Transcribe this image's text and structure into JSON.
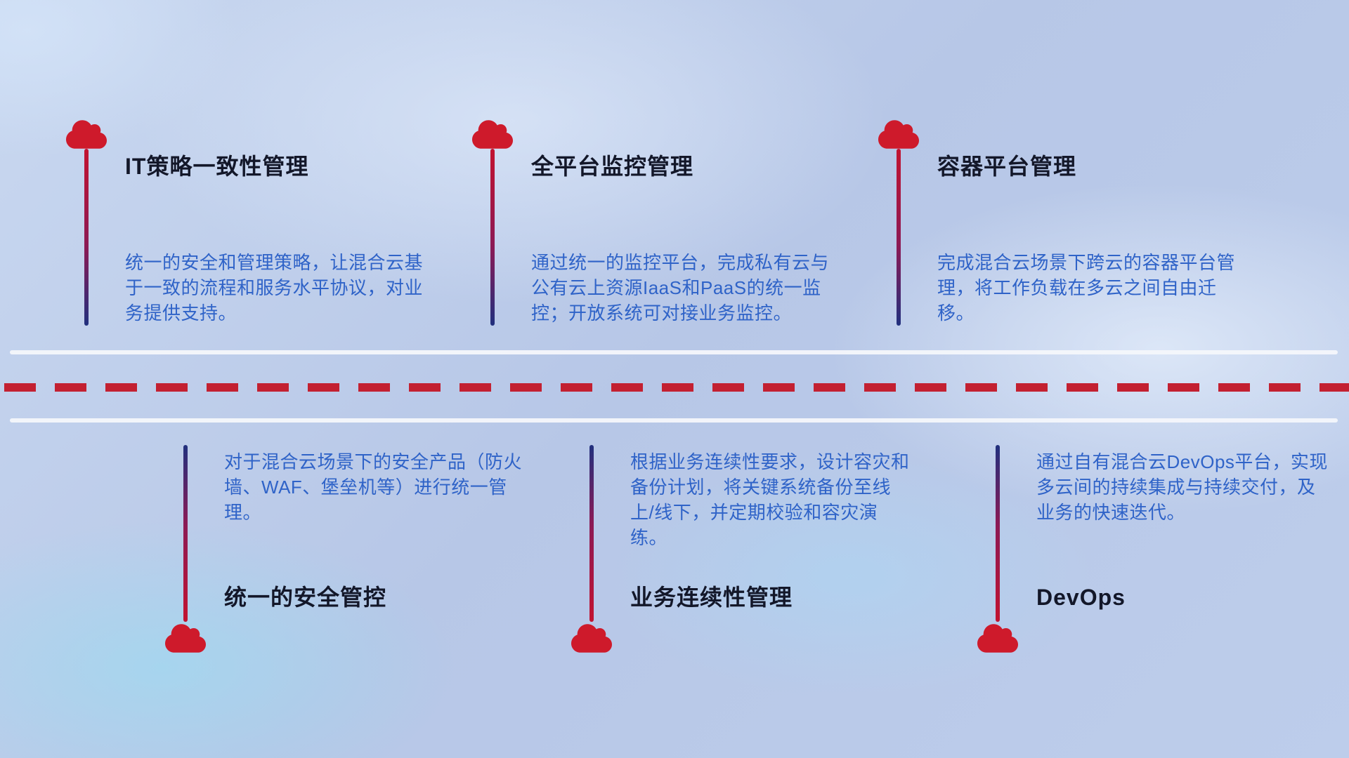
{
  "capabilities": {
    "top": [
      {
        "title": "IT策略一致性管理",
        "description": "统一的安全和管理策略，让混合云基于一致的流程和服务水平协议，对业务提供支持。"
      },
      {
        "title": "全平台监控管理",
        "description": "通过统一的监控平台，完成私有云与公有云上资源IaaS和PaaS的统一监控；开放系统可对接业务监控。"
      },
      {
        "title": "容器平台管理",
        "description": "完成混合云场景下跨云的容器平台管理，将工作负载在多云之间自由迁移。"
      }
    ],
    "bottom": [
      {
        "title": "统一的安全管控",
        "description": "对于混合云场景下的安全产品（防火墙、WAF、堡垒机等）进行统一管理。"
      },
      {
        "title": "业务连续性管理",
        "description": "根据业务连续性要求，设计容灾和备份计划，将关键系统备份至线上/线下，并定期校验和容灾演练。"
      },
      {
        "title": "DevOps",
        "description": "通过自有混合云DevOps平台，实现多云间的持续集成与持续交付，及业务的快速迭代。"
      }
    ]
  },
  "icons": {
    "cloud": "☁"
  },
  "colors": {
    "background_blue": "#bccdea",
    "cloud_red": "#ce1a2b",
    "connector_red": "#c21330",
    "connector_blue": "#21307e",
    "title_text": "#131729",
    "description_text": "#2f63c8",
    "divider_white": "#f4f7fb",
    "divider_dash_red": "#c32031"
  }
}
